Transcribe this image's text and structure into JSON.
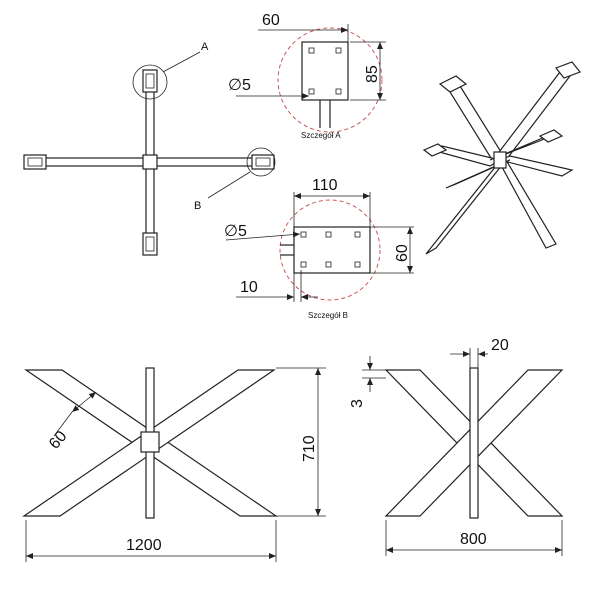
{
  "top_view": {
    "label_a": "A",
    "label_b": "B"
  },
  "detail_a": {
    "caption": "Szczegół A",
    "width": "60",
    "height": "85",
    "hole": "∅5"
  },
  "detail_b": {
    "caption": "Szczegół B",
    "width": "110",
    "height": "60",
    "hole": "∅5",
    "offset": "10"
  },
  "front_view": {
    "angle": "60",
    "height": "710",
    "length": "1200"
  },
  "side_view": {
    "plate": "3",
    "profile": "20",
    "width": "800"
  }
}
